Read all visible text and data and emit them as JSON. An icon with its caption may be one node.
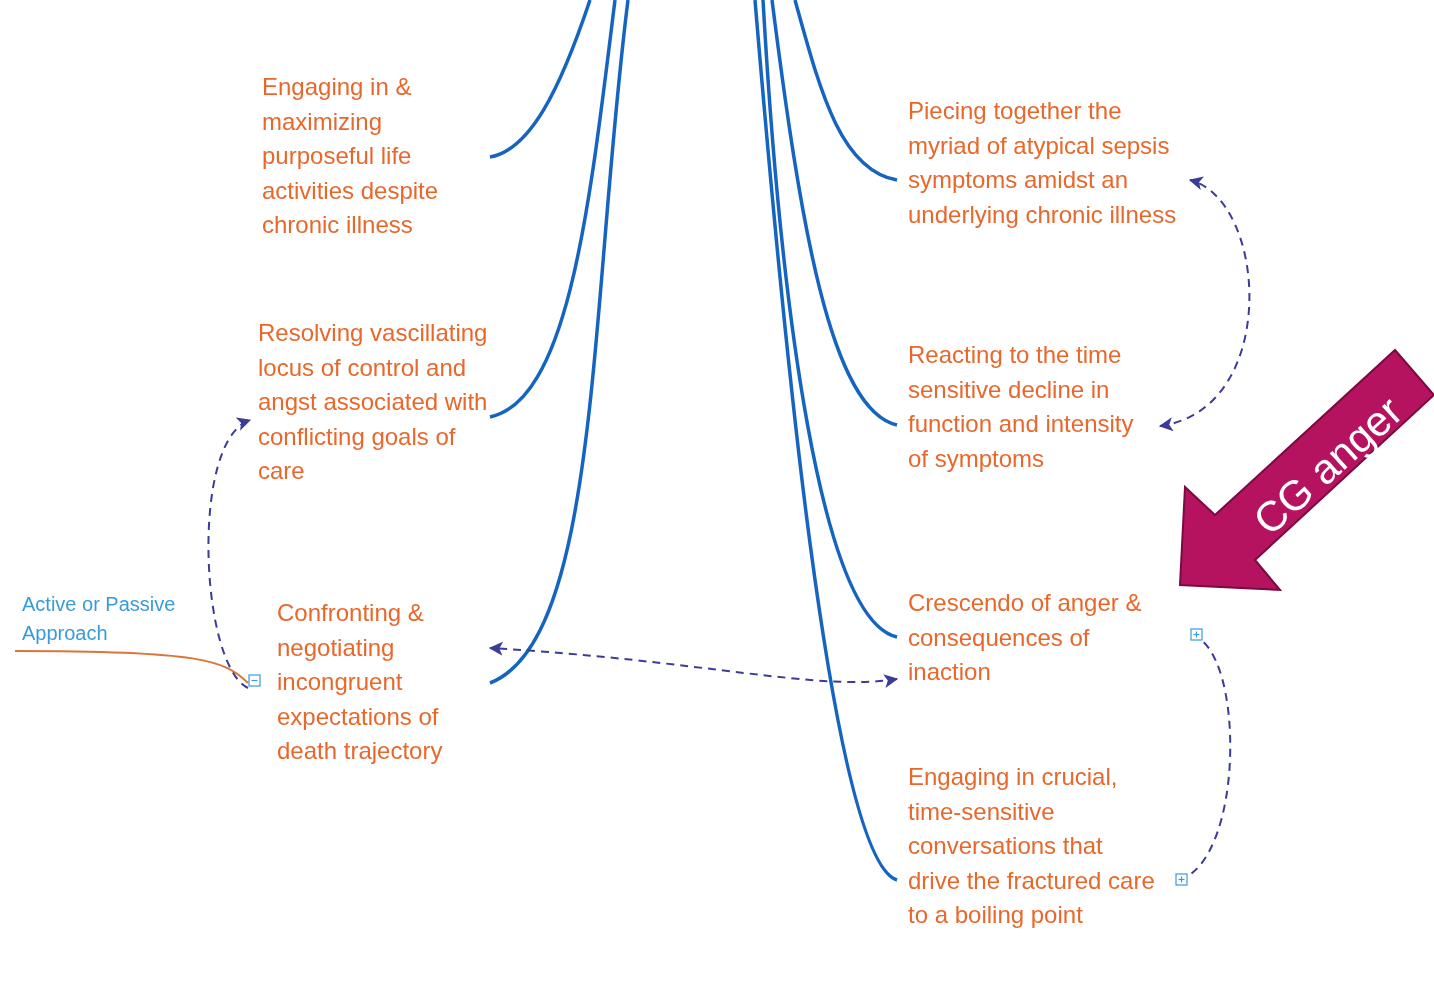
{
  "diagram": {
    "nodes": [
      {
        "text": [
          "Engaging in & maximizing purposeful life activities despite chronic illness"
        ]
      },
      {
        "text": [
          "Resolving vascillating locus of control and angst associated with conflicting goals of care"
        ]
      },
      {
        "text": [
          "Confronting & negotiating incongruent expectations of death trajectory"
        ]
      },
      {
        "text": [
          "Active or Passive Approach"
        ]
      },
      {
        "text": [
          "Piecing together the myriad of atypical sepsis symptoms amidst an underlying chronic illness"
        ]
      },
      {
        "text": [
          "Reacting to the time sensitive decline in function and intensity of symptoms"
        ]
      },
      {
        "text": [
          "Crescendo of anger & consequences of inaction"
        ]
      },
      {
        "text": [
          "Engaging in crucial, time-sensitive conversations that drive the fractured care to a boiling point"
        ]
      },
      {
        "text": [
          "CG anger"
        ]
      }
    ],
    "edges": [
      {
        "from": null,
        "to": 0,
        "arrow": "none"
      },
      {
        "from": null,
        "to": 1,
        "arrow": "none"
      },
      {
        "from": null,
        "to": 2,
        "arrow": "none"
      },
      {
        "from": null,
        "to": 4,
        "arrow": "none"
      },
      {
        "from": null,
        "to": 5,
        "arrow": "none"
      },
      {
        "from": null,
        "to": 6,
        "arrow": "none"
      },
      {
        "from": null,
        "to": 7,
        "arrow": "none"
      },
      {
        "from": 3,
        "to": 2,
        "arrow": "none",
        "color": "#d9773a"
      },
      {
        "from": 2,
        "to": 1,
        "arrow": "to",
        "style": "dashed",
        "color": "#3b3b98"
      },
      {
        "from": 6,
        "to": 2,
        "arrow": "both",
        "style": "dashed",
        "color": "#3b3b98"
      },
      {
        "from": 5,
        "to": 4,
        "arrow": "both",
        "style": "dashed",
        "color": "#3b3b98"
      },
      {
        "from": 6,
        "to": 7,
        "arrow": "none",
        "style": "dashed",
        "color": "#3b3b98"
      }
    ]
  }
}
